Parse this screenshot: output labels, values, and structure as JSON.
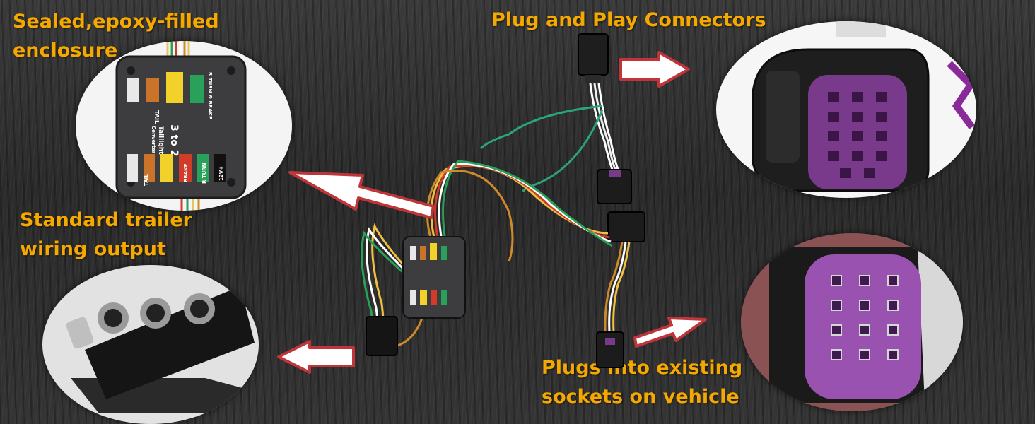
{
  "callouts": {
    "enclosure": [
      "Sealed,epoxy-filled",
      "enclosure"
    ],
    "connectors": "Plug and Play Connectors",
    "trailer_output": [
      "Standard trailer",
      "wiring output"
    ],
    "vehicle_sockets": [
      "Plugs into existing",
      "sockets on vehicle"
    ]
  },
  "converter_box": {
    "title": "3 to 2",
    "subtitle": "Taillight",
    "subtitle2": "Converter",
    "top_labels": [
      "TAIL",
      "R TURN & BRAKE"
    ],
    "bottom_labels": [
      "TAIL",
      "BRAKE",
      "R TURN",
      "12V+"
    ]
  },
  "colors": {
    "accent_text": "#f5a800",
    "arrow_fill": "#ffffff",
    "arrow_border": "#c0353a",
    "connector_purple": "#7a3a8c"
  }
}
